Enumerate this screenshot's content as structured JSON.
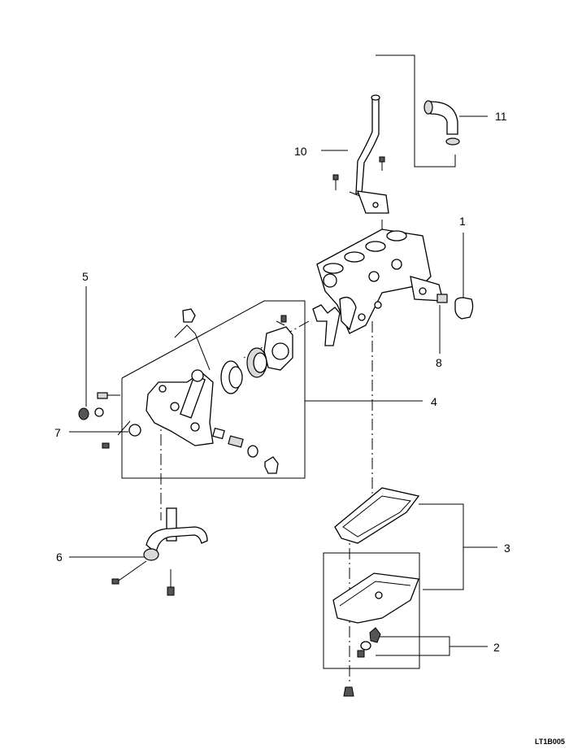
{
  "callouts": [
    {
      "id": "1",
      "text": "1"
    },
    {
      "id": "2",
      "text": "2"
    },
    {
      "id": "3",
      "text": "3"
    },
    {
      "id": "4",
      "text": "4"
    },
    {
      "id": "5",
      "text": "5"
    },
    {
      "id": "6",
      "text": "6"
    },
    {
      "id": "7",
      "text": "7"
    },
    {
      "id": "8",
      "text": "8"
    },
    {
      "id": "10",
      "text": "10"
    },
    {
      "id": "11",
      "text": "11"
    }
  ],
  "figure_code": "LT1B005"
}
